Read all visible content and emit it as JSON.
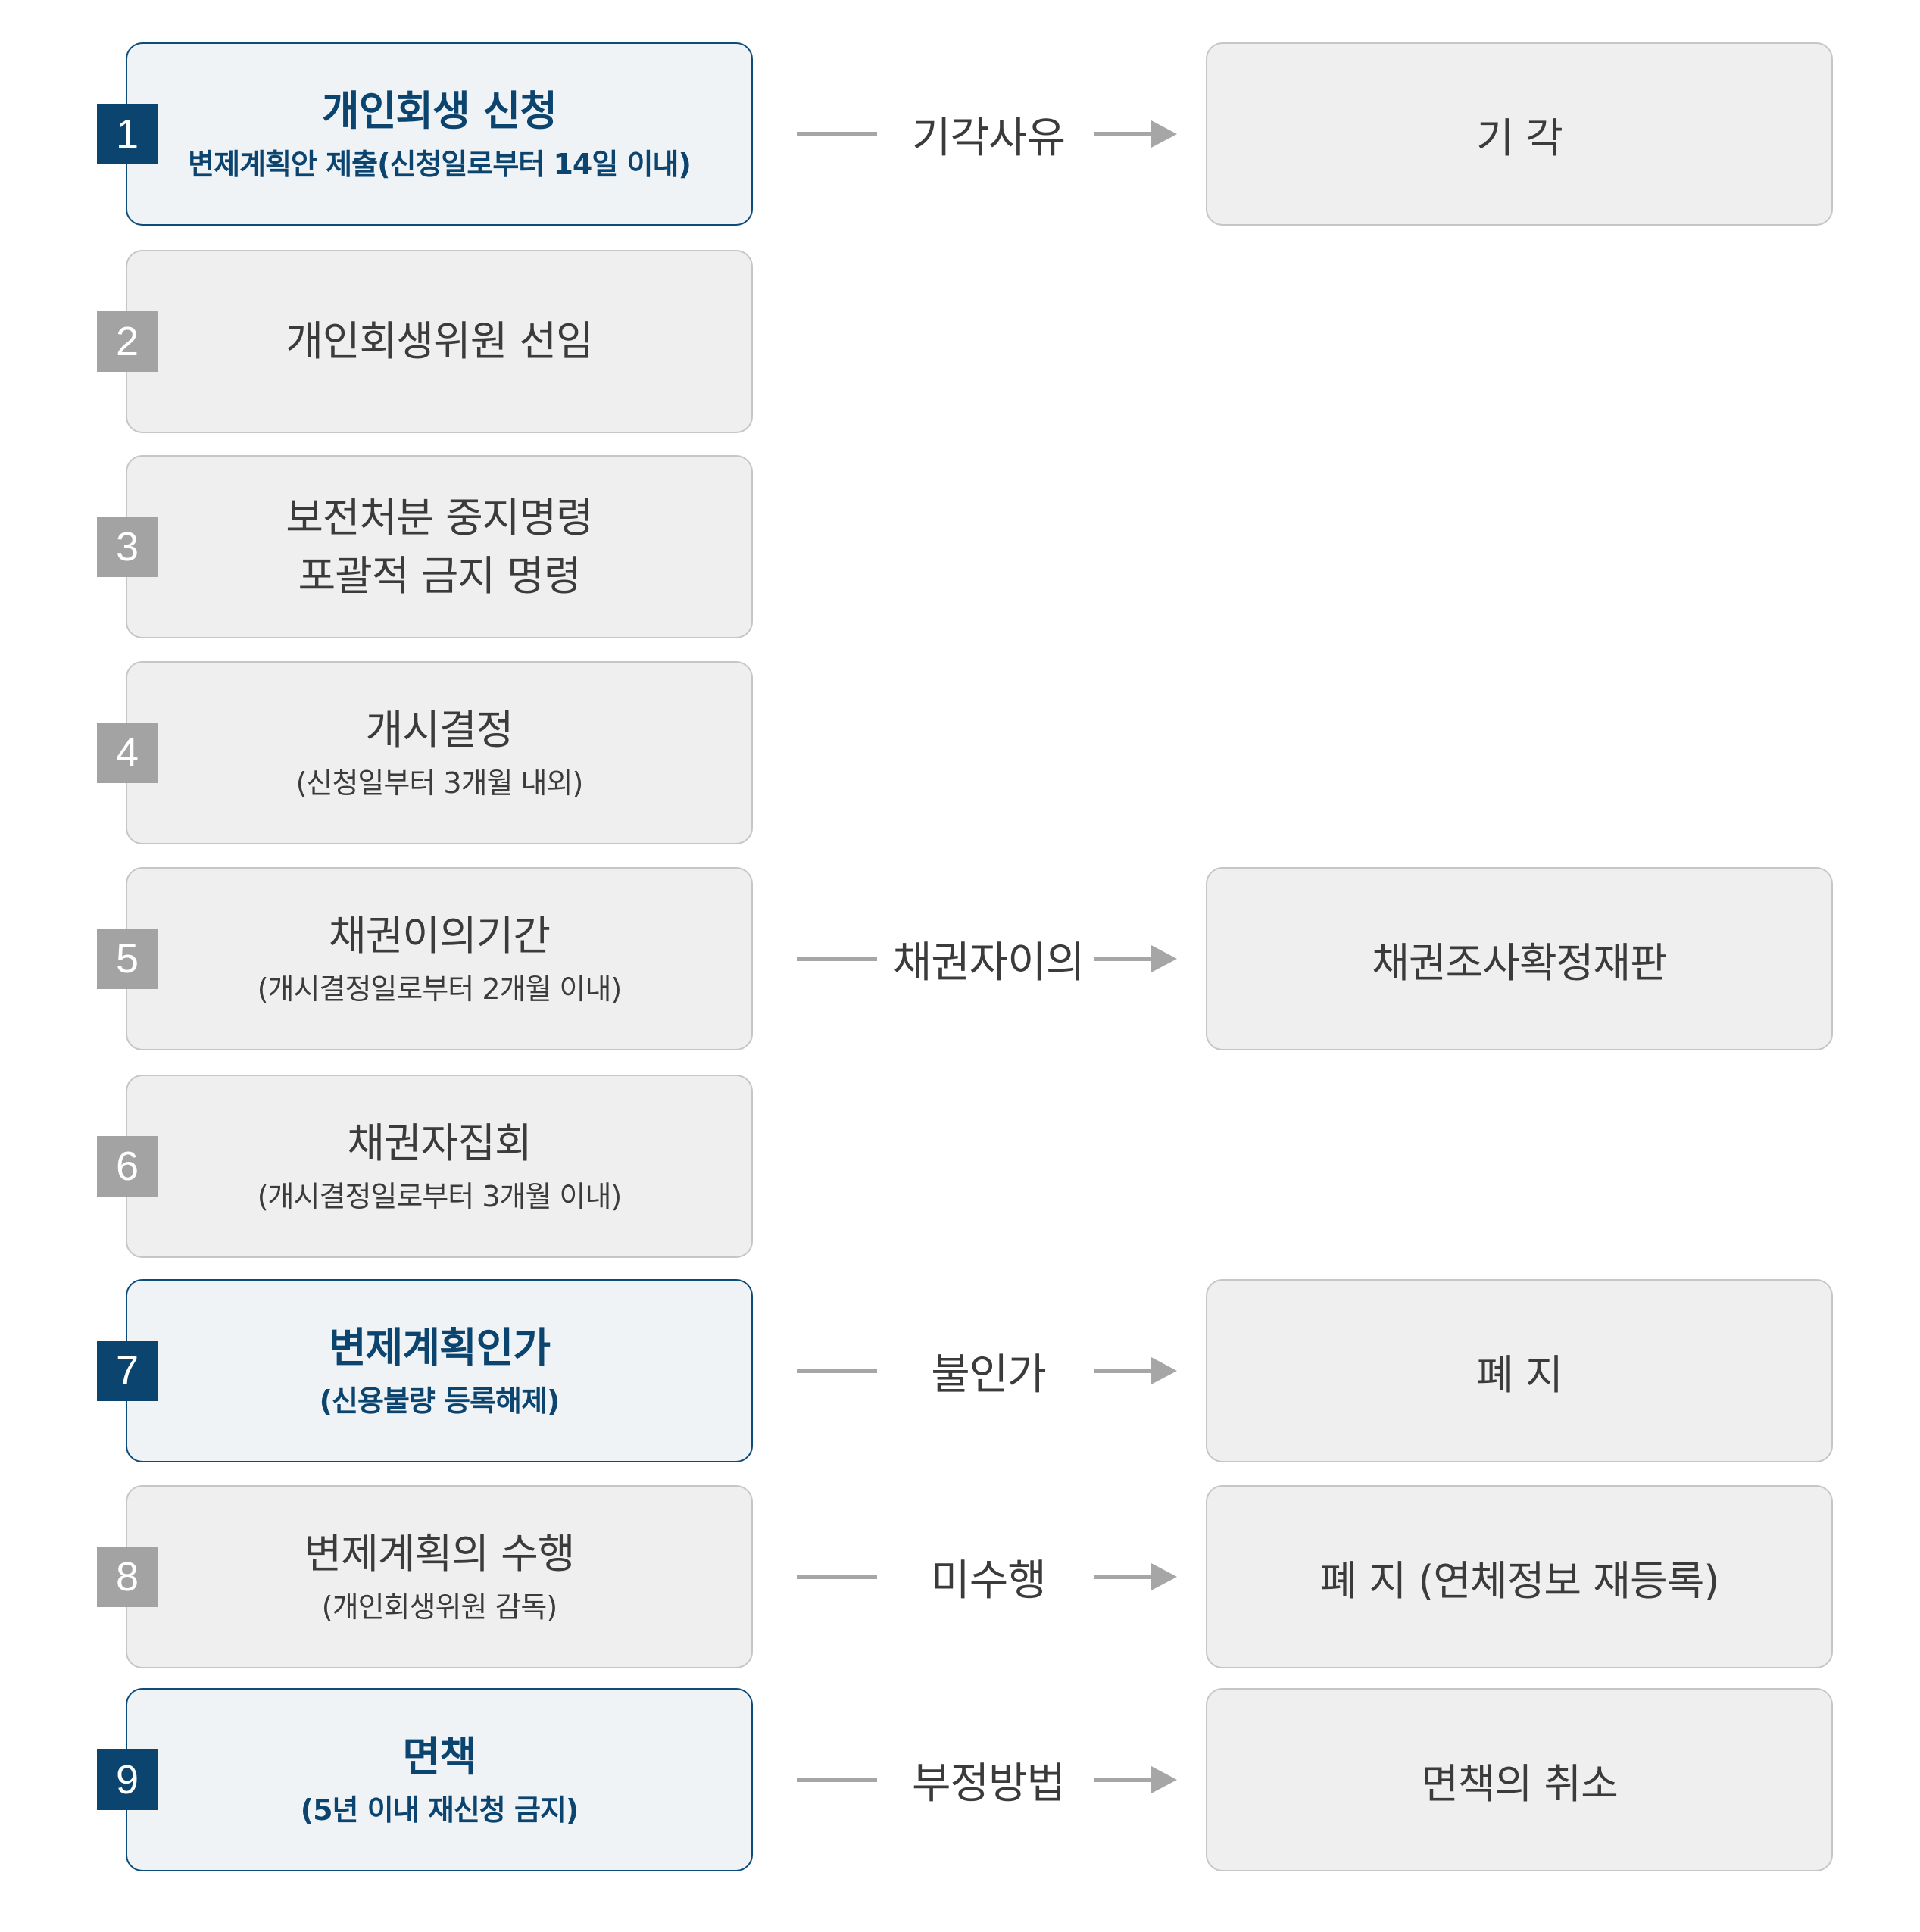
{
  "steps": [
    {
      "num": "1",
      "title": "개인회생 신청",
      "sub": "변제계획안 제출(신청일로부터 14일 이내)"
    },
    {
      "num": "2",
      "title": "개인회생위원 선임"
    },
    {
      "num": "3",
      "title": "보전처분 중지명령",
      "title2": "포괄적 금지 명령"
    },
    {
      "num": "4",
      "title": "개시결정",
      "sub": "(신청일부터 3개월 내외)"
    },
    {
      "num": "5",
      "title": "채권이의기간",
      "sub": "(개시결정일로부터 2개월 이내)"
    },
    {
      "num": "6",
      "title": "채권자집회",
      "sub": "(개시결정일로부터 3개월 이내)"
    },
    {
      "num": "7",
      "title": "변제계획인가",
      "sub": "(신용불량 등록해제)"
    },
    {
      "num": "8",
      "title": "변제계획의 수행",
      "sub": "(개인회생위원 감독)"
    },
    {
      "num": "9",
      "title": "면책",
      "sub": "(5년 이내 재신청 금지)"
    }
  ],
  "branches": [
    {
      "condition": "기각사유",
      "outcome": "기 각"
    },
    {
      "condition": "채권자이의",
      "outcome": "채권조사확정재판"
    },
    {
      "condition": "불인가",
      "outcome": "폐 지"
    },
    {
      "condition": "미수행",
      "outcome": "폐 지 (연체정보 재등록)"
    },
    {
      "condition": "부정방법",
      "outcome": "면책의 취소"
    }
  ],
  "colors": {
    "highlight_navy": "#0c4470",
    "highlight_bg": "#eff3f5",
    "box_gray": "#efefef",
    "badge_gray": "#a3a3a3",
    "arrow_gray": "#a6a6a6"
  }
}
